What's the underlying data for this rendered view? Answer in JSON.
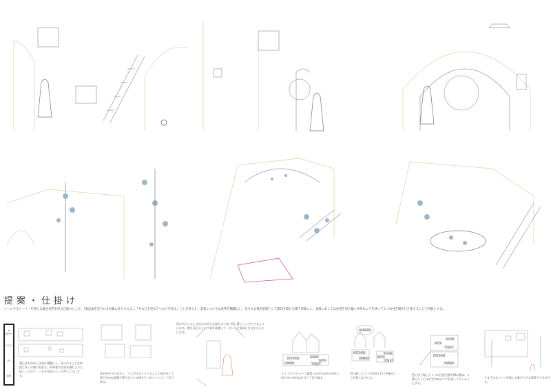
{
  "section_title": "提案・仕掛け",
  "description": "シーンやストーリーを感じる集合住宅を作る仕掛けとして、「家自体を見られる対象に作りかえる」、「それらを見るきっかけを作る」ことを考えた。前者については住宅を積層にし、見られる事を前提として開口を開ける事で可能にし、後者に対しては住宅を切り離し共有のニワを通って２つの住空間を行き来することで可能とする。",
  "floor_labels": [
    "水廻/WC",
    "テラス",
    "DK",
    "寝室"
  ],
  "captions": [
    "奥行きを深めし住宅を積層にし、見られることを前提に多くの開口を設る。BDK側で住宅を積むように続くしたので、これを住宅ラインと呼ぶことにする。",
    "住宅を外から見ると、マドがステツリーのように続きをして家の中の出来事や置かれている物をそつのシーンとして切り取る。",
    "家の中にいるとき自分の好きな物をより良い所に置くことができるようになる。物を見せるという事を意識して、キレイに収納にを注するようになる。",
    "ユリプラバリ(シーン要素) room-bath-toiletとkitchen-diningを分けて切り離す。",
    "切り離した２つの住居と住人共有のニワを繋りはさせる。",
    "更に切り離した２つの住居空間を積み重ね、２階に行くには必ず共有のニワを通って行くようにする。",
    "さまざまなシーンを感じる事ができる環境ができあがる。"
  ],
  "plan_labels": {
    "kitchen": "KITCHEN",
    "dining": "DINING",
    "room": "ROOM",
    "bath": "BATH",
    "toilet": "TOILET",
    "garden": "GARDEN"
  },
  "colors": {
    "line": "#888",
    "wall": "#e8e4c8",
    "accent": "#d9825b"
  }
}
